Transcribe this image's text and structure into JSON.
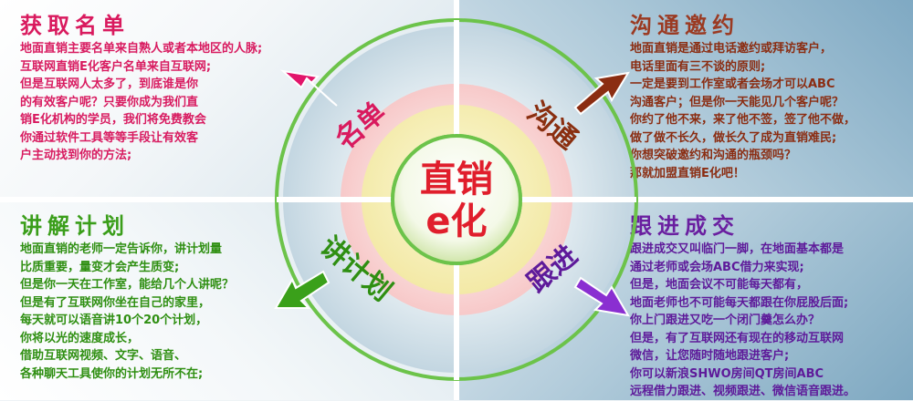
{
  "colors": {
    "pink": "#d91a5e",
    "brown": "#9b3a22",
    "green": "#3a9e1a",
    "purple": "#6a1fa0",
    "center_red": "#e01e2c"
  },
  "center": {
    "line1": "直销",
    "line2": "e化"
  },
  "segments": {
    "tl": "名单",
    "tr": "沟通",
    "bl": "讲计划",
    "br": "跟进"
  },
  "quadrants": {
    "tl": {
      "title": "获取名单",
      "lines": [
        "地面直销主要名单来自熟人或者本地区的人脉;",
        "互联网直销E化客户名单来自互联网;",
        "但是互联网人太多了，到底谁是你",
        "的有效客户呢？只要你成为我们直",
        "销E化机构的学员，我们将免费教会",
        "你通过软件工具等等手段让有效客",
        "户主动找到你的方法;"
      ]
    },
    "tr": {
      "title": "沟通邀约",
      "lines": [
        "地面直销是通过电话邀约或拜访客户，",
        "电话里面有三不谈的原则;",
        "一定是要到工作室或者会场才可以ABC",
        "沟通客户；但是你一天能见几个客户呢？",
        "你约了他不来，来了他不签，签了他不做，",
        "做了做不长久，做长久了成为直销难民;",
        "你想突破邀约和沟通的瓶颈吗？",
        "那就加盟直销E化吧！"
      ]
    },
    "bl": {
      "title": "讲解计划",
      "lines": [
        "地面直销的老师一定告诉你，讲计划量",
        "比质重要，量变才会产生质变;",
        "但是你一天在工作室，能给几个人讲呢？",
        "但是有了互联网你坐在自己的家里，",
        "每天就可以语音讲10个20个计划，",
        "你将以光的速度成长，",
        "借助互联网视频、文字、语音、",
        "各种聊天工具使你的计划无所不在;"
      ]
    },
    "br": {
      "title": "跟进成交",
      "lines": [
        "跟进成交又叫临门一脚，在地面基本都是",
        "通过老师或会场ABC借力来实现;",
        "但是，地面会议不可能每天都有，",
        "地面老师也不可能每天都跟在你屁股后面;",
        "你上门跟进又吃一个闭门羹怎么办？",
        "但是，有了互联网还有现在的移动互联网",
        "微信，让您随时随地跟进客户;",
        "你可以新浪SHWO房间QT房间ABC",
        "远程借力跟进、视频跟进、微信语音跟进。"
      ]
    }
  }
}
